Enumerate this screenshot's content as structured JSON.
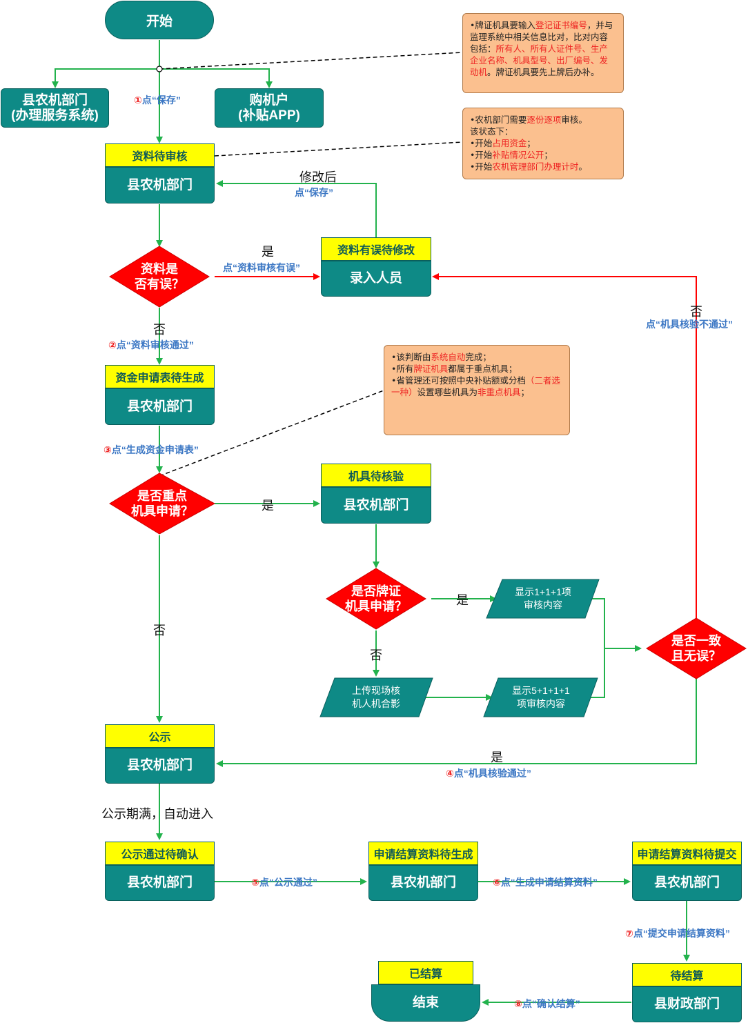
{
  "nodes": {
    "start": "开始",
    "county_dept_system": "县农机部门\n(办理服务系统)",
    "buyer_app": "购机户\n(补贴APP)",
    "review": {
      "status": "资料待审核",
      "dept": "县农机部门"
    },
    "fix": {
      "status": "资料有误待修改",
      "dept": "录入人员"
    },
    "fund": {
      "status": "资金申请表待生成",
      "dept": "县农机部门"
    },
    "verify": {
      "status": "机具待核验",
      "dept": "县农机部门"
    },
    "publicity": {
      "status": "公示",
      "dept": "县农机部门"
    },
    "confirm": {
      "status": "公示通过待确认",
      "dept": "县农机部门"
    },
    "settle_gen": {
      "status": "申请结算资料待生成",
      "dept": "县农机部门"
    },
    "settle_submit": {
      "status": "申请结算资料待提交",
      "dept": "县农机部门"
    },
    "pending_settle": {
      "status": "待结算",
      "dept": "县财政部门"
    },
    "end": {
      "status": "已结算",
      "dept": "结束"
    }
  },
  "decisions": {
    "data_error": "资料是\n否有误？",
    "key_machine": "是否重点\n机具申请？",
    "plate_machine": "是否牌证\n机具申请？",
    "consistent": "是否一致\n且无误？"
  },
  "io": {
    "show_111": "显示1+1+1项\n审核内容",
    "upload_photo": "上传现场核\n机人机合影",
    "show_5111": "显示5+1+1+1\n项审核内容"
  },
  "labels": {
    "after_modify": "修改后",
    "yes": "是",
    "no": "否",
    "publicity_expire": "公示期满，自动进入"
  },
  "actions": {
    "a1": {
      "num": "①",
      "text": "点“保存”"
    },
    "save": {
      "num": "",
      "text": "点“保存”"
    },
    "data_wrong": {
      "num": "",
      "text": "点“资料审核有误”"
    },
    "a2": {
      "num": "②",
      "text": "点“资料审核通过”"
    },
    "a3": {
      "num": "③",
      "text": "点“生成资金申请表”"
    },
    "verify_fail": {
      "num": "",
      "text": "点“机具核验不通过”"
    },
    "a4": {
      "num": "④",
      "text": "点“机具核验通过”"
    },
    "a5": {
      "num": "⑤",
      "text": "点“公示通过”"
    },
    "a6": {
      "num": "⑥",
      "text": "点“生成申请结算资料”"
    },
    "a7": {
      "num": "⑦",
      "text": "点“提交申请结算资料”"
    },
    "a8": {
      "num": "⑧",
      "text": "点“确认结算”"
    }
  },
  "notes": {
    "n1": [
      {
        "t": "•牌证机具要输入",
        "red": false
      },
      {
        "t": "登记证书编号",
        "red": true
      },
      {
        "t": "，并与监理系统中相关信息比对，比对内容包括：",
        "red": false
      },
      {
        "t": "所有人、所有人证件号、生产企业名称、机具型号、出厂编号、发动机",
        "red": true
      },
      {
        "t": "。牌证机具要先上牌后办补。",
        "red": false
      }
    ],
    "n2": [
      {
        "t": "•农机部门需要",
        "red": false
      },
      {
        "t": "逐份逐项",
        "red": true
      },
      {
        "t": "审核。\n该状态下：\n•开始",
        "red": false
      },
      {
        "t": "占用资金",
        "red": true
      },
      {
        "t": "；\n•开始",
        "red": false
      },
      {
        "t": "补贴情况公开",
        "red": true
      },
      {
        "t": "；\n•开始",
        "red": false
      },
      {
        "t": "农机管理部门办理计时",
        "red": true
      },
      {
        "t": "。",
        "red": false
      }
    ],
    "n3": [
      {
        "t": "•该判断由",
        "red": false
      },
      {
        "t": "系统自动",
        "red": true
      },
      {
        "t": "完成；\n•所有",
        "red": false
      },
      {
        "t": "牌证机具",
        "red": true
      },
      {
        "t": "都属于重点机具；\n•省管理还可按照中央补贴额或分档",
        "red": false
      },
      {
        "t": "（二者选一种）",
        "red": true
      },
      {
        "t": "设置哪些机具为",
        "red": false
      },
      {
        "t": "非重点机具",
        "red": true
      },
      {
        "t": "；",
        "red": false
      }
    ]
  },
  "colors": {
    "teal": "#0e8a86",
    "yellow": "#ffff00",
    "decision": "#ff0000",
    "arrow_green": "#22b24c",
    "arrow_red": "#ff0000",
    "note": "#fbc08f"
  }
}
